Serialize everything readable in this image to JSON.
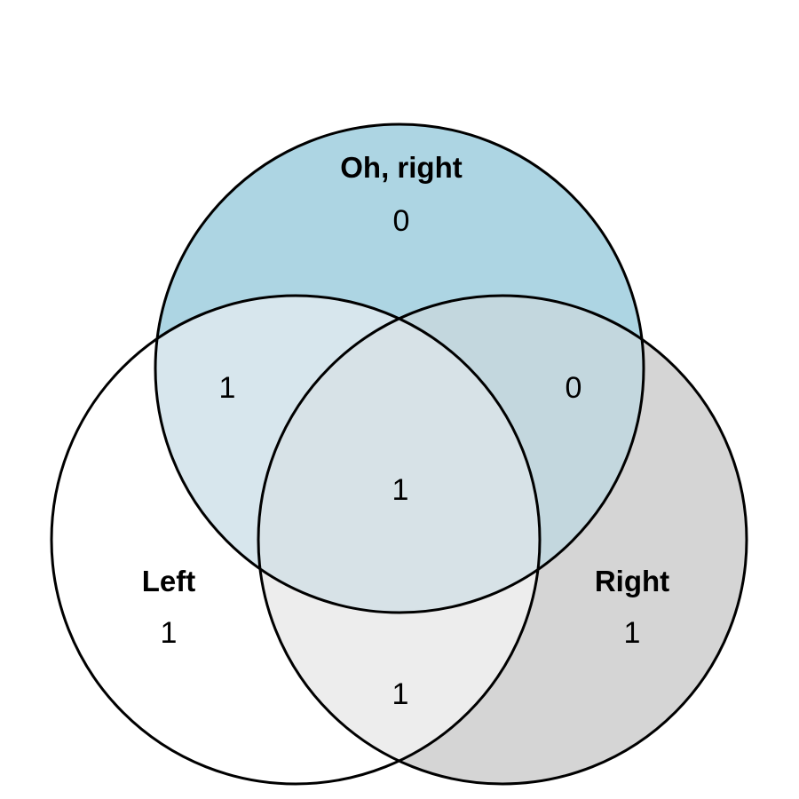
{
  "title": {
    "prefix": "Oh, ",
    "italic": "right"
  },
  "chart_data": {
    "type": "venn",
    "title": "Oh, right",
    "sets": [
      {
        "id": "top",
        "label": "Oh, right",
        "value": 0,
        "fill": "#ADD5E3"
      },
      {
        "id": "left",
        "label": "Left",
        "value": 1,
        "fill": "#FFFFFF"
      },
      {
        "id": "right",
        "label": "Right",
        "value": 1,
        "fill": "#D5D5D5"
      }
    ],
    "regions": [
      {
        "id": "top-only",
        "sets": [
          "top"
        ],
        "value": 0,
        "fill": "#ADD5E3"
      },
      {
        "id": "left-only",
        "sets": [
          "left"
        ],
        "value": 1,
        "fill": "#FFFFFF"
      },
      {
        "id": "right-only",
        "sets": [
          "right"
        ],
        "value": 1,
        "fill": "#D5D5D5"
      },
      {
        "id": "top-left",
        "sets": [
          "top",
          "left"
        ],
        "value": 1,
        "fill": "#D7E6ED"
      },
      {
        "id": "top-right",
        "sets": [
          "top",
          "right"
        ],
        "value": 0,
        "fill": "#C3D7DE"
      },
      {
        "id": "left-right",
        "sets": [
          "left",
          "right"
        ],
        "value": 1,
        "fill": "#EDEDED"
      },
      {
        "id": "all-three",
        "sets": [
          "top",
          "left",
          "right"
        ],
        "value": 1,
        "fill": "#D7E2E7"
      }
    ],
    "labels": {
      "top_name": "Oh, right",
      "top_count": "0",
      "left_name": "Left",
      "left_count": "1",
      "right_name": "Right",
      "right_count": "1",
      "top_left_count": "1",
      "top_right_count": "0",
      "left_right_count": "1",
      "center_count": "1"
    },
    "stroke_color": "#000000",
    "background": "#FFFFFF"
  }
}
